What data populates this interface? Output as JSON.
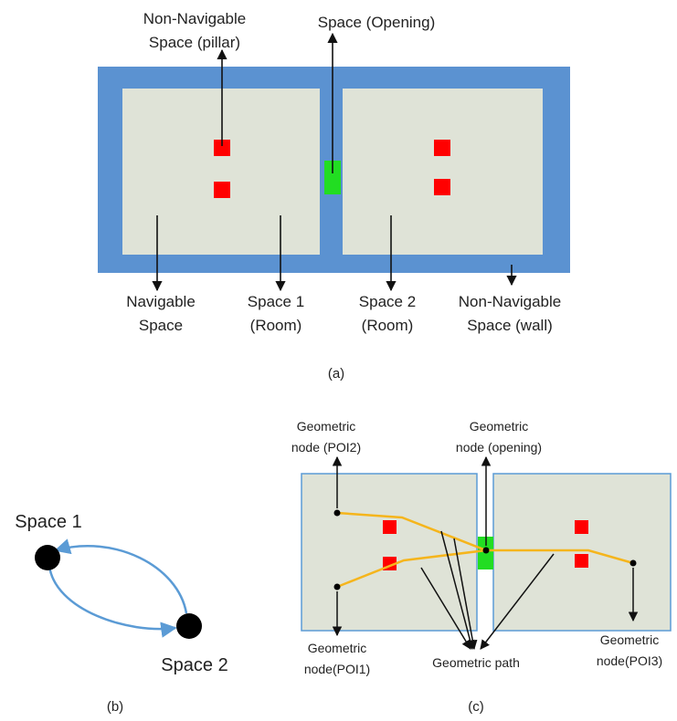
{
  "colors": {
    "wall": "#5b92d1",
    "room": "#dfe3d7",
    "pillar": "#ff0000",
    "opening": "#22dd22",
    "path": "#f5b51c",
    "graph_edge": "#5b9bd5",
    "node": "#000000",
    "arrow": "#111111"
  },
  "panel_a": {
    "label_pillar": [
      "Non-Navigable",
      "Space (pillar)"
    ],
    "label_opening": "Space (Opening)",
    "label_navigable": [
      "Navigable",
      "Space"
    ],
    "label_space1": [
      "Space 1",
      "(Room)"
    ],
    "label_space2": [
      "Space 2",
      "(Room)"
    ],
    "label_wall": [
      "Non-Navigable",
      "Space (wall)"
    ],
    "caption": "(a)"
  },
  "panel_b": {
    "node1_label": "Space 1",
    "node2_label": "Space 2",
    "caption": "(b)"
  },
  "panel_c": {
    "label_poi2": [
      "Geometric",
      "node (POI2)"
    ],
    "label_opening": [
      "Geometric",
      "node (opening)"
    ],
    "label_poi1": [
      "Geometric",
      "node(POI1)"
    ],
    "label_path": "Geometric path",
    "label_poi3": [
      "Geometric",
      "node(POI3)"
    ],
    "caption": "(c)"
  }
}
